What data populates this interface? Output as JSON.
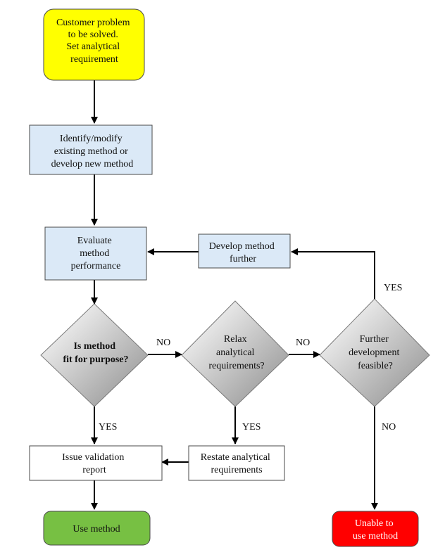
{
  "nodes": {
    "customer_problem": {
      "lines": [
        "Customer problem",
        "to be solved.",
        "Set analytical",
        "requirement"
      ],
      "color": "#ffff00"
    },
    "identify_method": {
      "lines": [
        "Identify/modify",
        "existing method or",
        "develop new method"
      ],
      "color": "#dbe9f7"
    },
    "evaluate": {
      "lines": [
        "Evaluate",
        "method",
        "performance"
      ],
      "color": "#dbe9f7"
    },
    "develop_further": {
      "lines": [
        "Develop method",
        "further"
      ],
      "color": "#dbe9f7"
    },
    "fit_for_purpose": {
      "lines": [
        "Is method",
        "fit for purpose?"
      ]
    },
    "relax_requirements": {
      "lines": [
        "Relax",
        "analytical",
        "requirements?"
      ]
    },
    "further_development": {
      "lines": [
        "Further",
        "development",
        "feasible?"
      ]
    },
    "issue_report": {
      "lines": [
        "Issue validation",
        "report"
      ],
      "color": "#ffffff"
    },
    "restate": {
      "lines": [
        "Restate analytical",
        "requirements"
      ],
      "color": "#ffffff"
    },
    "use_method": {
      "lines": [
        "Use method"
      ],
      "color": "#77c043"
    },
    "unable": {
      "lines": [
        "Unable to",
        "use method"
      ],
      "color": "#ff0000"
    }
  },
  "edges": {
    "no_1": "NO",
    "no_2": "NO",
    "yes_fit": "YES",
    "yes_relax": "YES",
    "yes_feasible": "YES",
    "no_feasible": "NO"
  },
  "diamond_gradient": {
    "light": "#f2f2f2",
    "dark": "#8c8c8c"
  }
}
